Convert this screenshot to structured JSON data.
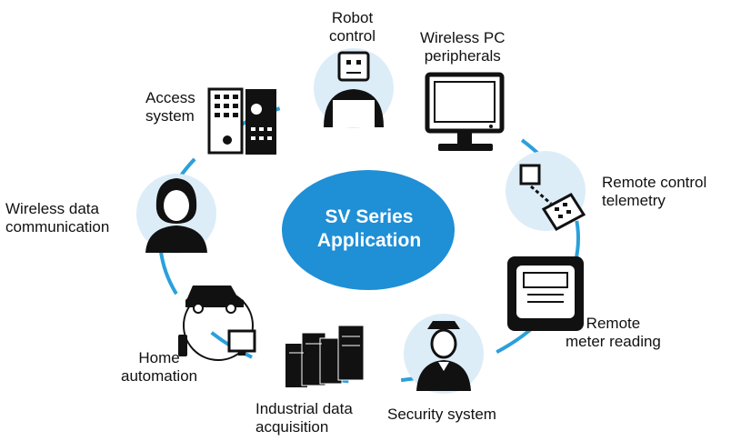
{
  "center": {
    "line1": "SV Series",
    "line2": "Application"
  },
  "colors": {
    "accent": "#1f8fd6",
    "ring": "#2aa0dc",
    "node_bg": "#dcedf8",
    "icon": "#111111"
  },
  "applications": [
    {
      "id": "robot",
      "line1": "Robot",
      "line2": "control",
      "icon": "robot-icon"
    },
    {
      "id": "pc",
      "line1": "Wireless PC",
      "line2": "peripherals",
      "icon": "monitor-icon"
    },
    {
      "id": "telemetry",
      "line1": "Remote control",
      "line2": "telemetry",
      "icon": "remote-telemetry-icon"
    },
    {
      "id": "meter",
      "line1": "Remote",
      "line2": "meter reading",
      "icon": "meter-icon"
    },
    {
      "id": "security",
      "line1": "Security system",
      "line2": "",
      "icon": "security-guard-icon"
    },
    {
      "id": "industrial",
      "line1": "Industrial data",
      "line2": "acquisition",
      "icon": "server-rack-icon"
    },
    {
      "id": "home",
      "line1": "Home",
      "line2": "automation",
      "icon": "home-automation-icon"
    },
    {
      "id": "wireless-data",
      "line1": "Wireless data",
      "line2": "communication",
      "icon": "headset-operator-icon"
    },
    {
      "id": "access",
      "line1": "Access",
      "line2": "system",
      "icon": "keypad-icon"
    }
  ]
}
